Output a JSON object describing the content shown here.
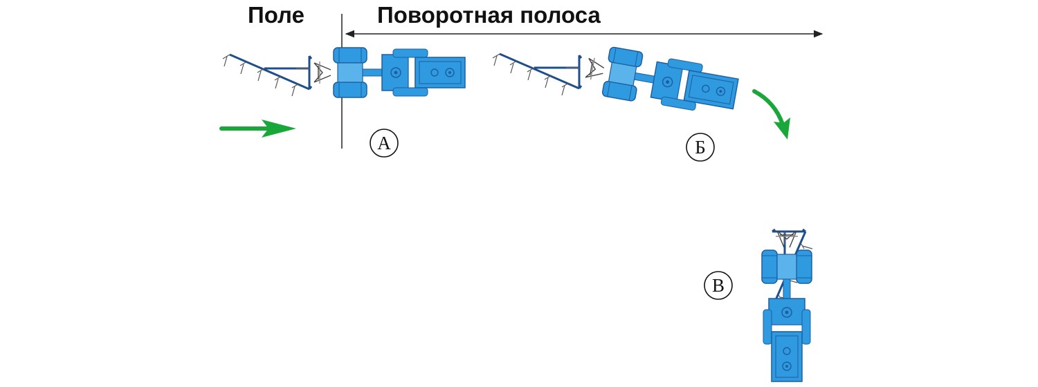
{
  "labels": {
    "field": "Поле",
    "headland": "Поворотная полоса"
  },
  "positions": [
    {
      "id": "A",
      "letter": "А"
    },
    {
      "id": "B",
      "letter": "Б"
    },
    {
      "id": "V",
      "letter": "В"
    }
  ],
  "icons": [
    "tractor-icon",
    "plough-icon",
    "direction-arrow-icon",
    "turn-arrow-icon",
    "dimension-arrow-icon"
  ],
  "colors": {
    "tractor_body": "#2f9ae0",
    "tractor_outline": "#1c5fa0",
    "plough": "#1f4e8c",
    "arrow": "#1aa73a",
    "line": "#222222"
  }
}
